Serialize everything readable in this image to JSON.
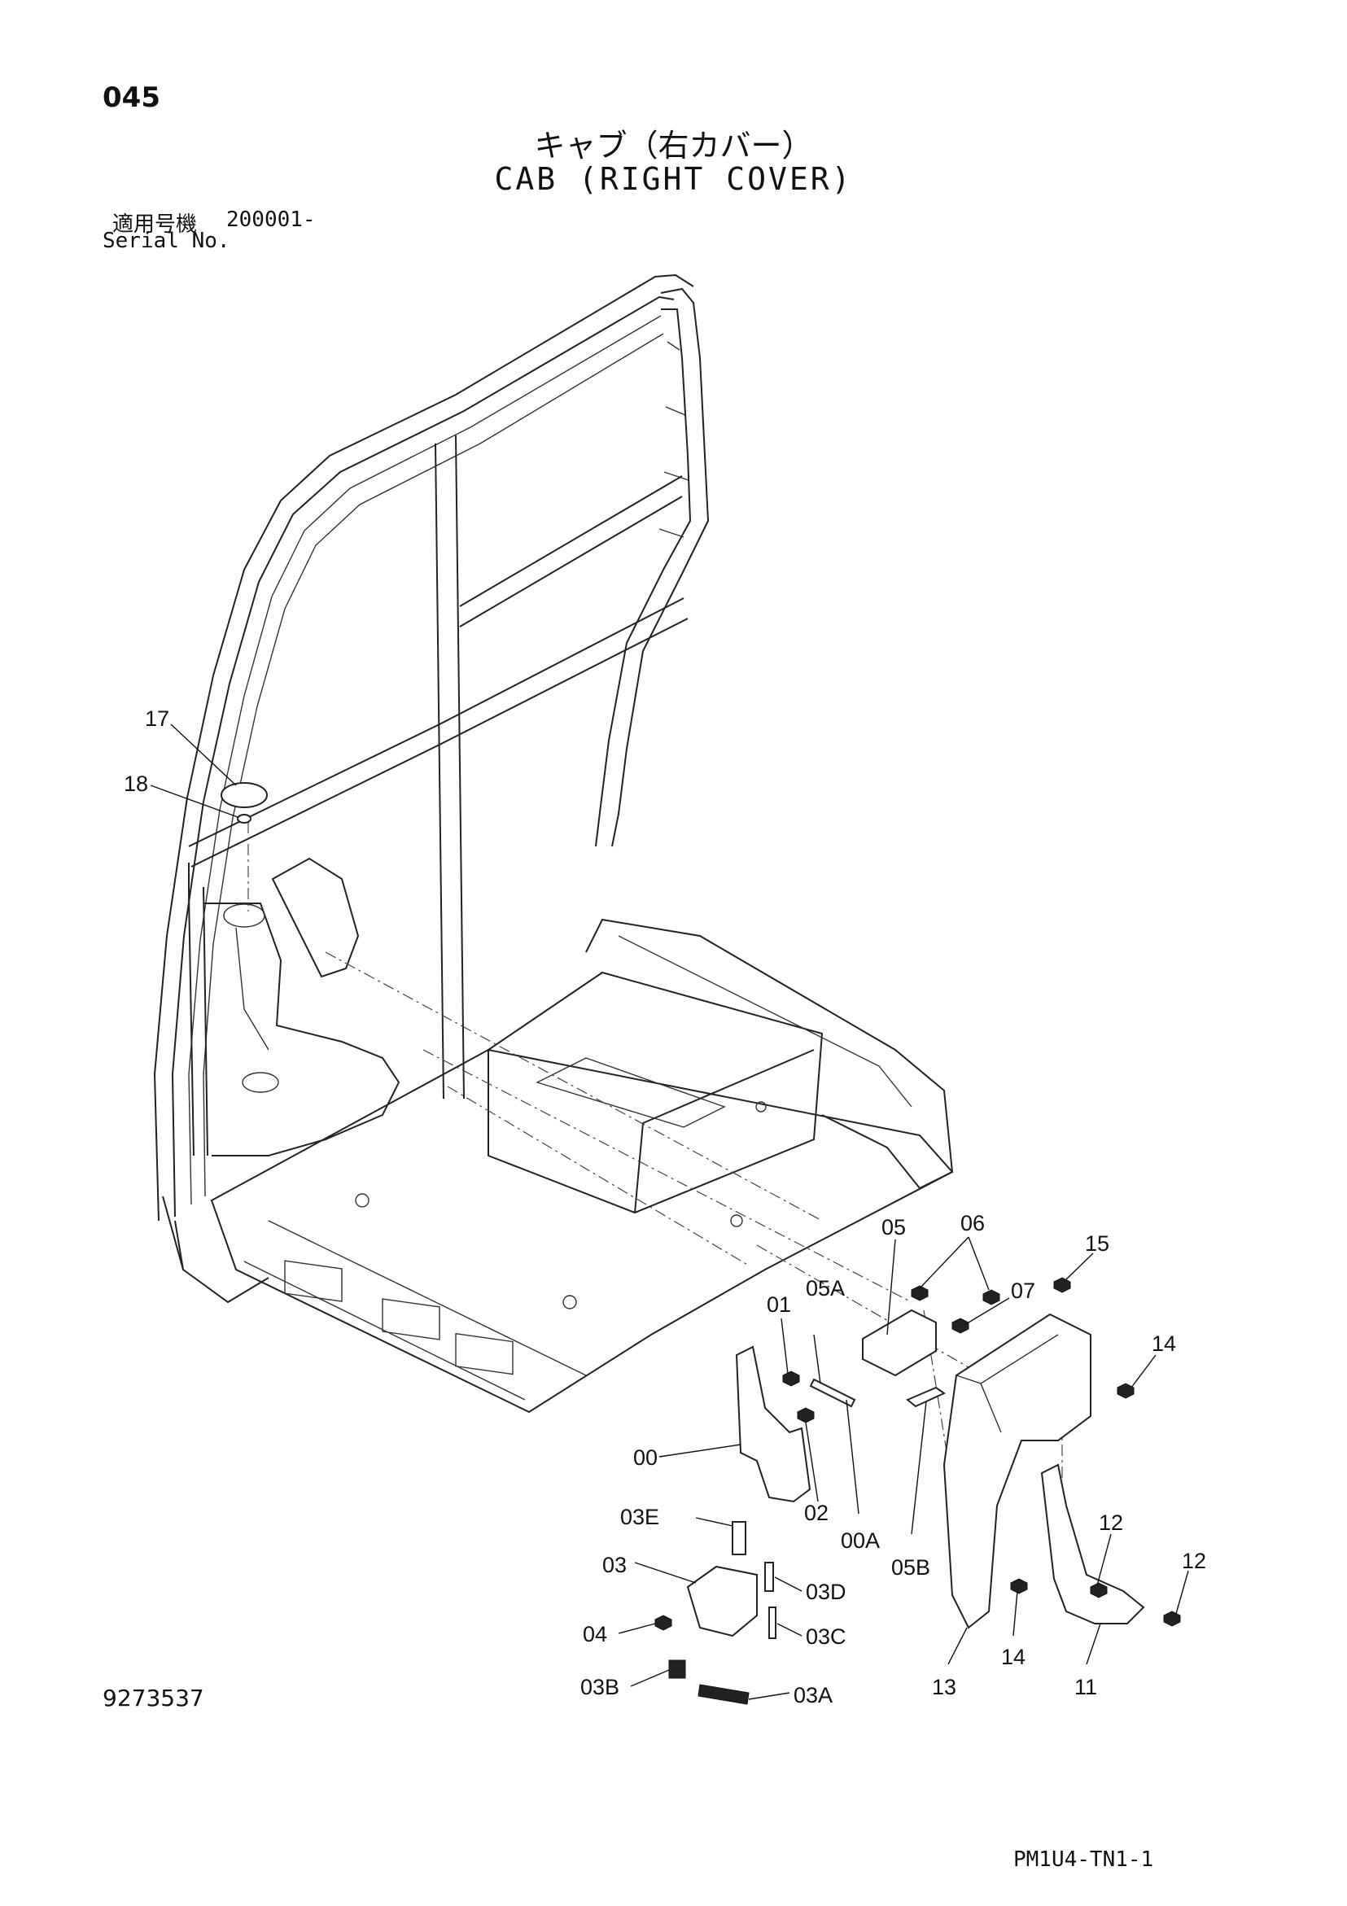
{
  "header": {
    "page_number": "045",
    "title_jp": "キャブ（右カバー）",
    "title_en": "CAB (RIGHT COVER)",
    "serial_label_jp": "適用号機",
    "serial_value": "200001-",
    "serial_label_en": "Serial No."
  },
  "drawing_number": "9273537",
  "footer_code": "PM1U4-TN1-1",
  "callouts": [
    {
      "label": "17"
    },
    {
      "label": "18"
    },
    {
      "label": "05"
    },
    {
      "label": "06"
    },
    {
      "label": "15"
    },
    {
      "label": "07"
    },
    {
      "label": "01"
    },
    {
      "label": "05A"
    },
    {
      "label": "14"
    },
    {
      "label": "00"
    },
    {
      "label": "02"
    },
    {
      "label": "00A"
    },
    {
      "label": "03E"
    },
    {
      "label": "05B"
    },
    {
      "label": "12"
    },
    {
      "label": "03"
    },
    {
      "label": "03D"
    },
    {
      "label": "12"
    },
    {
      "label": "04"
    },
    {
      "label": "03C"
    },
    {
      "label": "14"
    },
    {
      "label": "03B"
    },
    {
      "label": "03A"
    },
    {
      "label": "13"
    },
    {
      "label": "11"
    }
  ]
}
